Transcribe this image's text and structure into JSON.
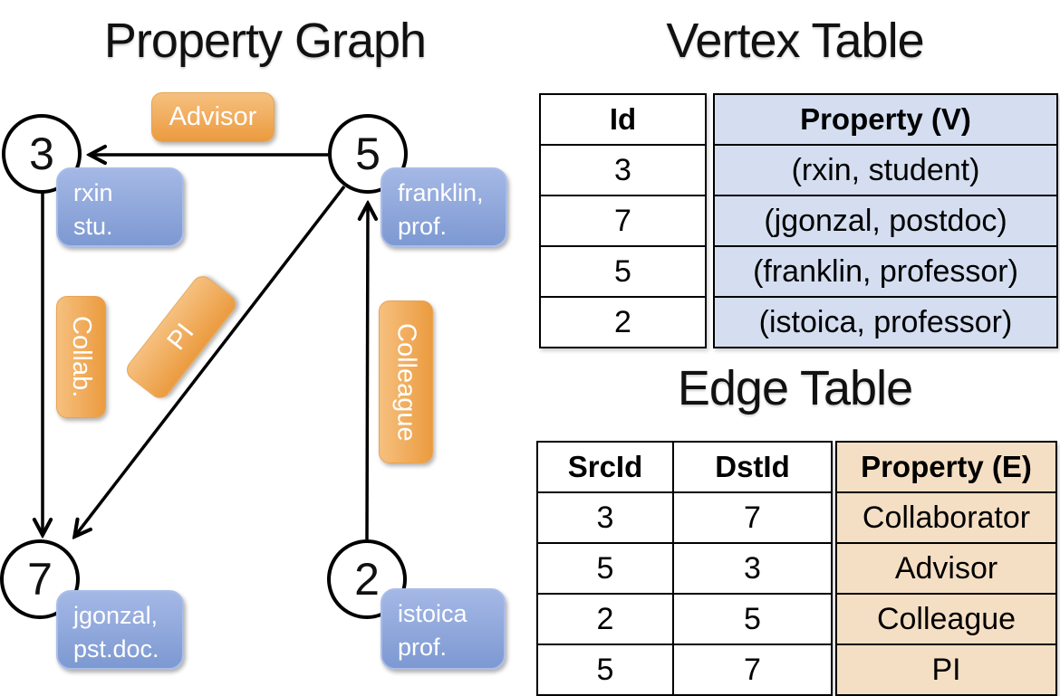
{
  "graph": {
    "title": "Property Graph",
    "nodes": [
      {
        "id": "3",
        "prop1": "rxin",
        "prop2": "stu."
      },
      {
        "id": "5",
        "prop1": "franklin,",
        "prop2": "prof."
      },
      {
        "id": "7",
        "prop1": "jgonzal,",
        "prop2": "pst.doc."
      },
      {
        "id": "2",
        "prop1": "istoica",
        "prop2": "prof."
      }
    ],
    "edge_labels": {
      "advisor": "Advisor",
      "collab": "Collab.",
      "pi": "PI",
      "colleague": "Colleague"
    }
  },
  "vertex_table": {
    "title": "Vertex Table",
    "headers": {
      "id": "Id",
      "property": "Property (V)"
    },
    "rows": [
      {
        "id": "3",
        "property": "(rxin, student)"
      },
      {
        "id": "7",
        "property": "(jgonzal, postdoc)"
      },
      {
        "id": "5",
        "property": "(franklin, professor)"
      },
      {
        "id": "2",
        "property": "(istoica, professor)"
      }
    ]
  },
  "edge_table": {
    "title": "Edge Table",
    "headers": {
      "src": "SrcId",
      "dst": "DstId",
      "property": "Property (E)"
    },
    "rows": [
      {
        "src": "3",
        "dst": "7",
        "property": "Collaborator"
      },
      {
        "src": "5",
        "dst": "3",
        "property": "Advisor"
      },
      {
        "src": "2",
        "dst": "5",
        "property": "Colleague"
      },
      {
        "src": "5",
        "dst": "7",
        "property": "PI"
      }
    ]
  },
  "colors": {
    "edge_label_orange_top": "#f6c07f",
    "edge_label_orange_bottom": "#eb9b3f",
    "node_property_blue_top": "#a4b8e5",
    "node_property_blue_bottom": "#7d99d2",
    "vertex_cell_fill": "#d4def0",
    "edge_cell_fill": "#f5dfc4",
    "line_color": "#000000"
  }
}
